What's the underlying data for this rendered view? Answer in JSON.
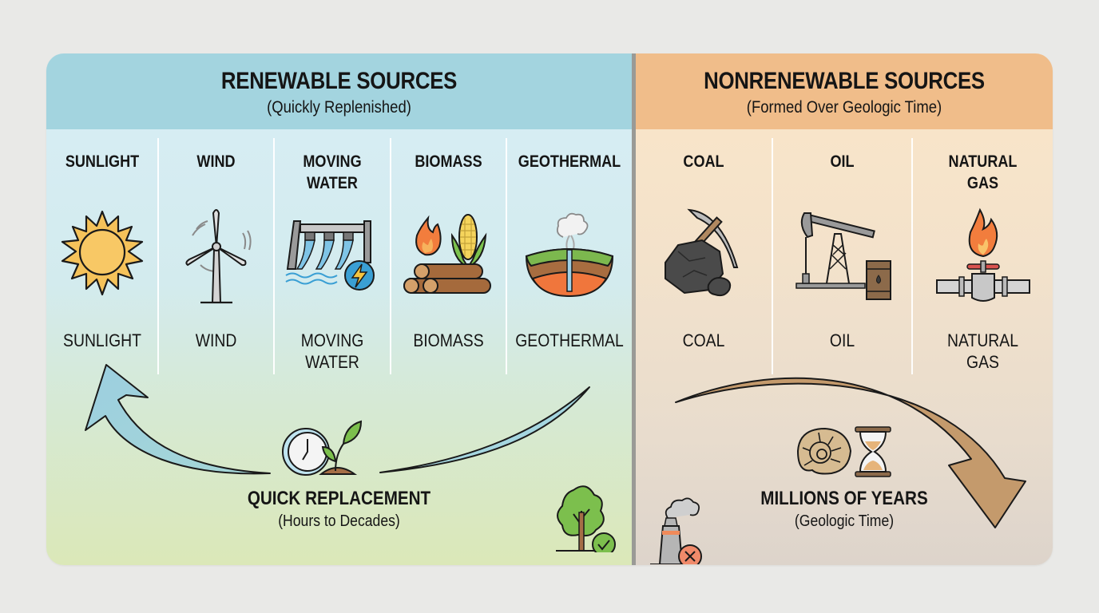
{
  "renewable": {
    "title": "RENEWABLE SOURCES",
    "subtitle": "(Quickly Replenished)",
    "color": "#a3d4df",
    "sources": [
      {
        "title": "SUNLIGHT",
        "label": "SUNLIGHT",
        "icon": "sun-icon"
      },
      {
        "title": "WIND",
        "label": "WIND",
        "icon": "wind-turbine-icon"
      },
      {
        "title": "MOVING\nWATER",
        "label": "MOVING\nWATER",
        "icon": "hydro-dam-icon"
      },
      {
        "title": "BIOMASS",
        "label": "BIOMASS",
        "icon": "biomass-icon"
      },
      {
        "title": "GEOTHERMAL",
        "label": "GEOTHERMAL",
        "icon": "geothermal-icon"
      }
    ],
    "footer": {
      "title": "QUICK REPLACEMENT",
      "subtitle": "(Hours to Decades)",
      "icons": [
        "clock-icon",
        "sprout-icon",
        "tree-check-icon",
        "cycle-arrow-icon"
      ]
    }
  },
  "nonrenewable": {
    "title": "NONRENEWABLE SOURCES",
    "subtitle": "(Formed Over Geologic Time)",
    "color": "#f0bd8a",
    "sources": [
      {
        "title": "COAL",
        "label": "COAL",
        "icon": "coal-pickaxe-icon"
      },
      {
        "title": "OIL",
        "label": "OIL",
        "icon": "oil-pump-icon"
      },
      {
        "title": "NATURAL\nGAS",
        "label": "NATURAL\nGAS",
        "icon": "gas-flame-valve-icon"
      }
    ],
    "footer": {
      "title": "MILLIONS OF YEARS",
      "subtitle": "(Geologic Time)",
      "icons": [
        "fossil-icon",
        "hourglass-icon",
        "factory-x-icon",
        "curved-arrow-icon"
      ]
    }
  }
}
